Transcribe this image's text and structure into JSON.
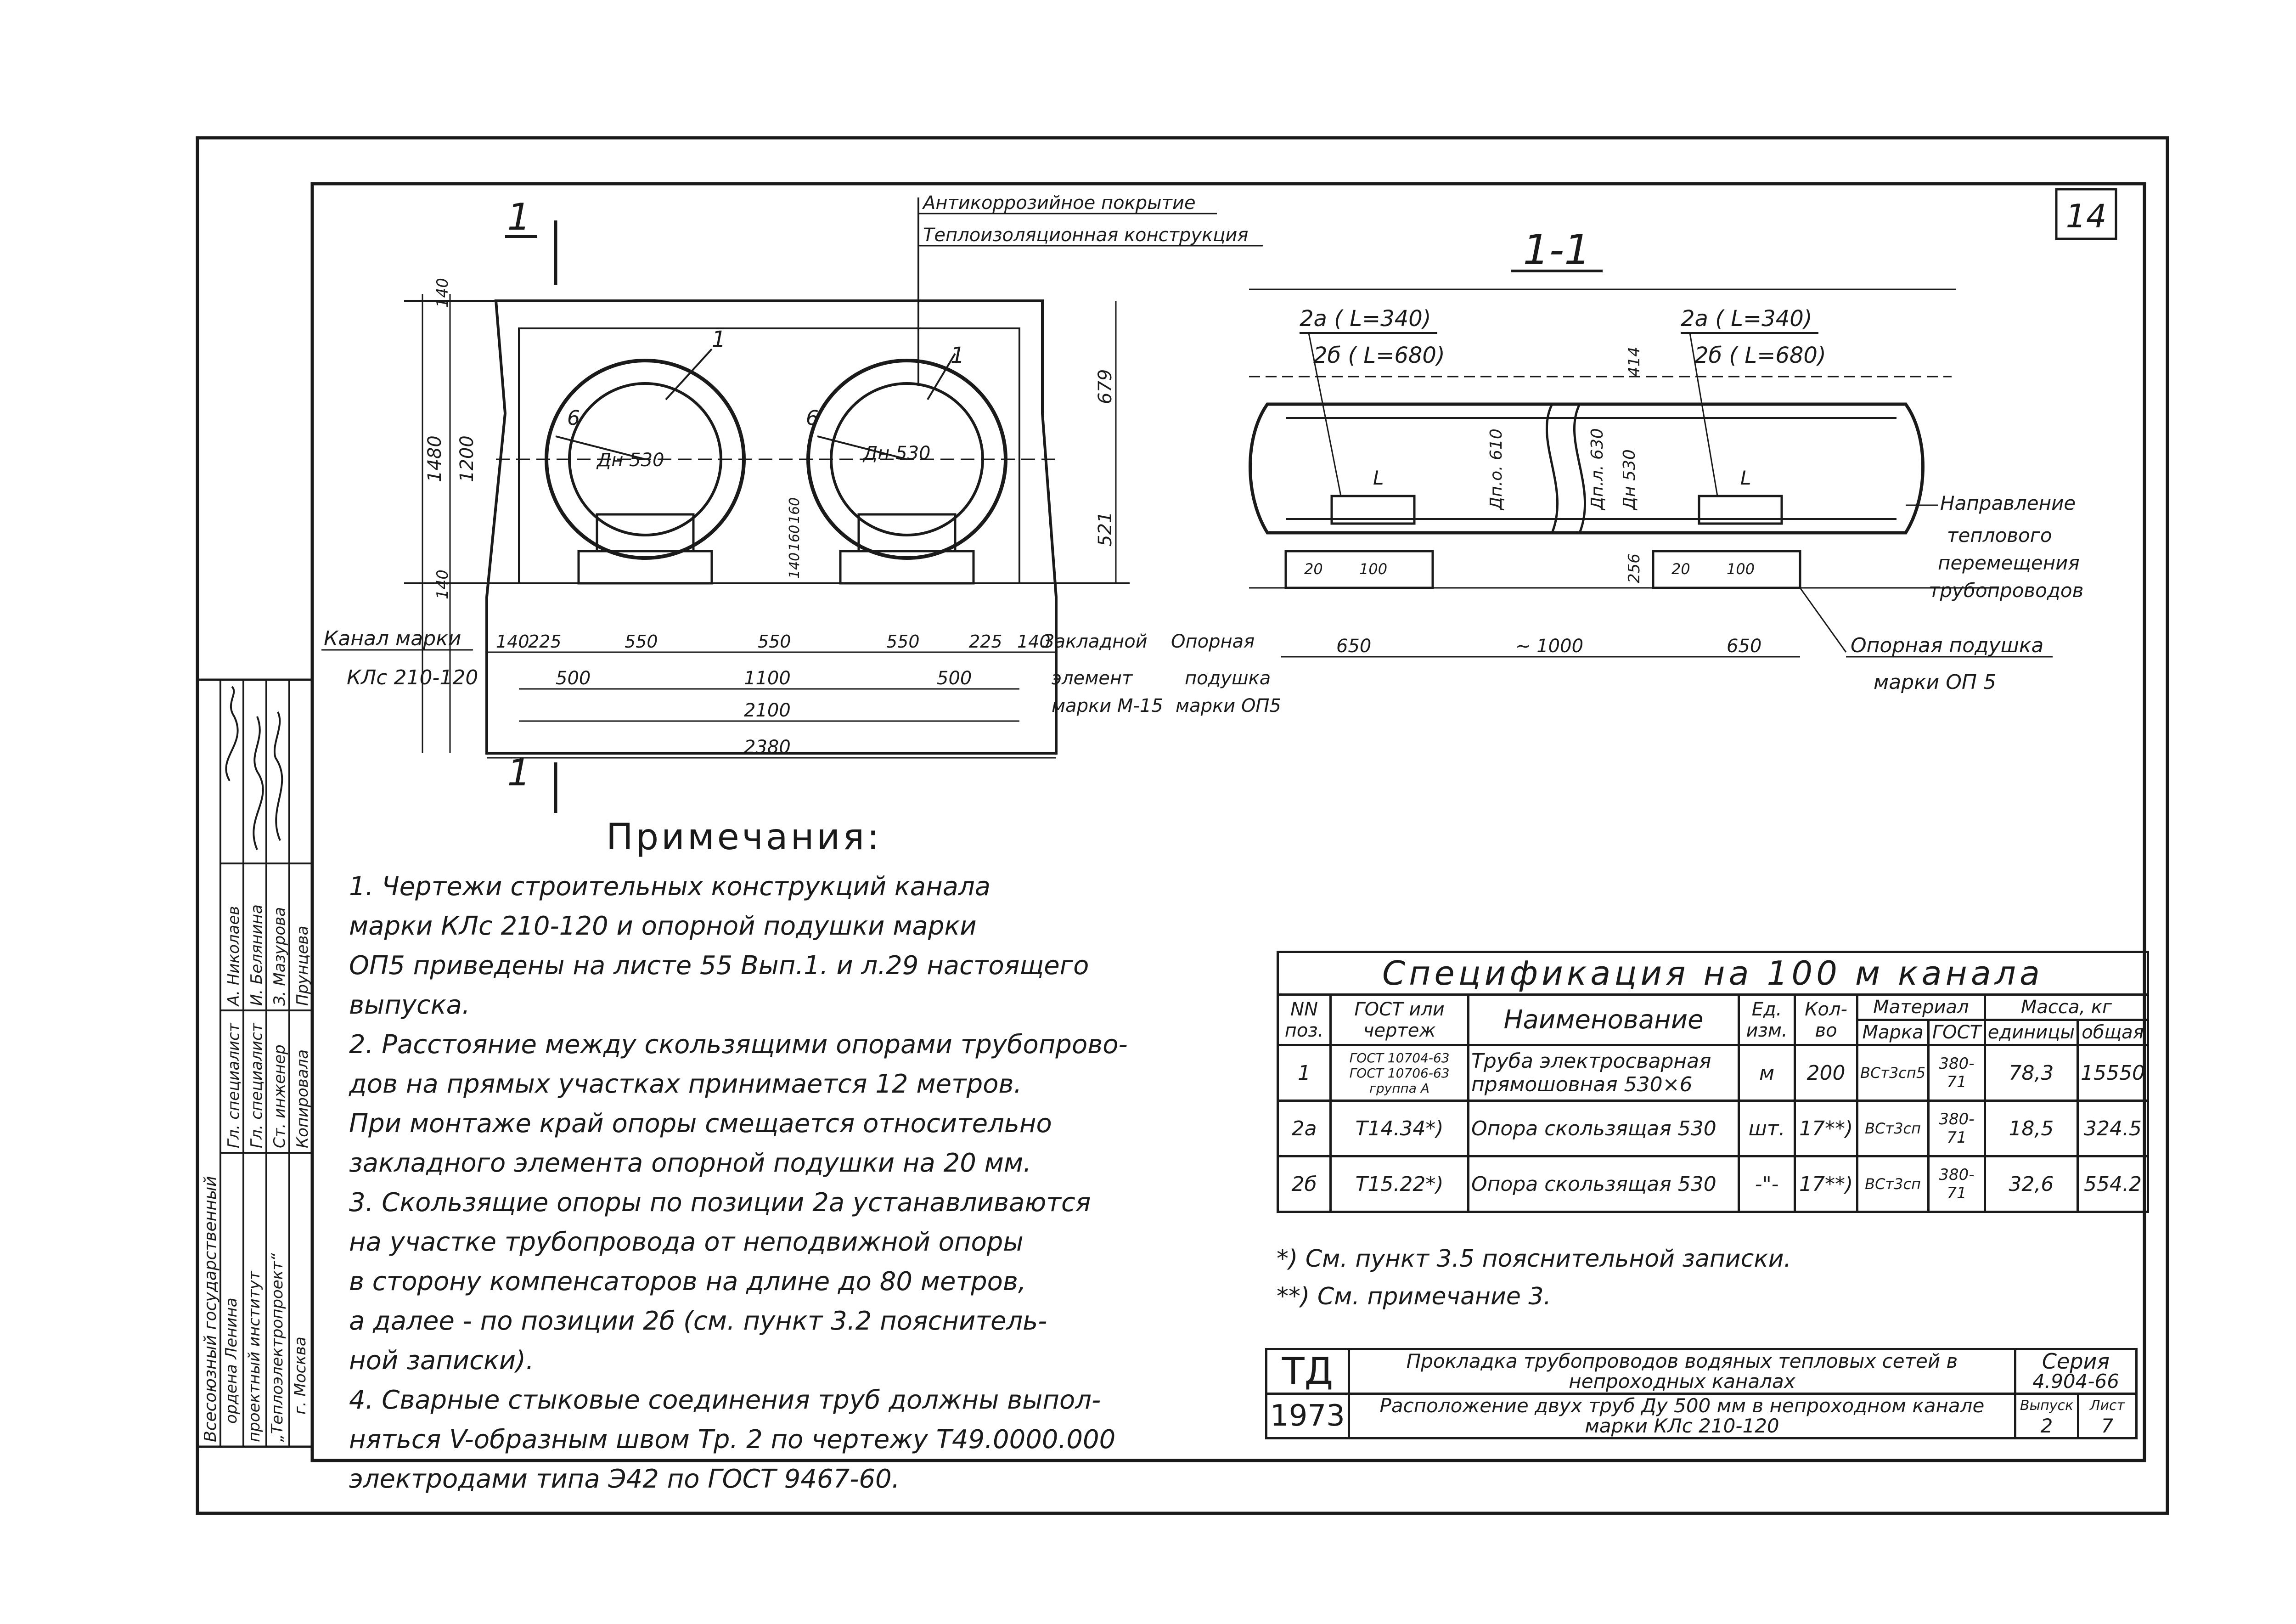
{
  "sheet_number": "14",
  "section_marks": {
    "cut": "1",
    "section_title": "1-1"
  },
  "cross_section": {
    "layer_labels": [
      "Антикоррозийное покрытие",
      "Теплоизоляционная конструкция"
    ],
    "pipe_left": {
      "pos": "1",
      "thickness": "6",
      "diameter": "Дн 530"
    },
    "pipe_right": {
      "pos": "1",
      "thickness": "6",
      "diameter": "Дн 530"
    },
    "dims_horizontal_top": [
      "140",
      "225",
      "550",
      "550",
      "550",
      "225",
      "140"
    ],
    "dims_horizontal_mid": [
      "500",
      "1100",
      "500"
    ],
    "dims_horizontal_low": "2100",
    "dims_horizontal_bottom": "2380",
    "dims_vertical_left": [
      "140",
      "1200",
      "140"
    ],
    "dims_vertical_left_total": "1480",
    "dims_vertical_right": [
      "679",
      "521"
    ],
    "dims_vertical_support": [
      "140",
      "160",
      "160"
    ],
    "channel_label": "Канал марки",
    "channel_mark": "КЛс 210-120",
    "embedded_label": [
      "Закладной",
      "элемент",
      "марки М-15"
    ],
    "cushion_label": [
      "Опорная",
      "подушка",
      "марки ОП5"
    ]
  },
  "long_section": {
    "left_callout": [
      "2а ( L=340)",
      "2б ( L=680)"
    ],
    "right_callout": [
      "2а ( L=340)",
      "2б ( L=680)"
    ],
    "pipe_dims": [
      "Дп.о. 610",
      "Дп.л. 630",
      "Дн 530"
    ],
    "vertical_dims": [
      "414",
      "256"
    ],
    "support_dims": [
      "20",
      "100"
    ],
    "l_mark": "L",
    "horizontal_dims": [
      "650",
      "~ 1000",
      "650"
    ],
    "direction_label": [
      "Направление",
      "теплового",
      "перемещения",
      "трубопроводов"
    ],
    "cushion_label": [
      "Опорная подушка",
      "марки ОП 5"
    ]
  },
  "sidebar": {
    "org": [
      "Всесоюзный государственный",
      "ордена Ленина",
      "проектный институт",
      "„Теплоэлектропроект“",
      "г. Москва"
    ],
    "roles": [
      "Гл. специалист",
      "Гл. специалист",
      "Ст. инженер",
      "Копировала"
    ],
    "names": [
      "А. Николаев",
      "И. Белянина",
      "З. Мазурова",
      "Прунцева"
    ]
  },
  "notes": {
    "title": "Примечания:",
    "items": [
      "1. Чертежи строительных конструкций канала\nмарки КЛс 210-120 и опорной подушки марки\nОП5 приведены на листе 55 Вып.1. и л.29 настоящего\nвыпуска.",
      "2. Расстояние между скользящими опорами трубопрово-\nдов на прямых участках принимается 12 метров.\nПри монтаже край опоры смещается относительно\nзакладного элемента опорной подушки на 20 мм.",
      "3. Скользящие опоры по позиции 2а устанавливаются\nна участке трубопровода от неподвижной опоры\nв сторону компенсаторов на длине до 80 метров,\nа далее - по позиции 2б (см. пункт 3.2 пояснитель-\nной записки).",
      "4. Сварные стыковые соединения труб должны выпол-\nняться V-образным швом Тр. 2 по чертежу Т49.0000.000\nэлектродами типа Э42 по ГОСТ 9467-60."
    ]
  },
  "spec": {
    "title": "Спецификация на 100 м канала",
    "headers": {
      "pos": "NN поз.",
      "gost": "ГОСТ или чертеж",
      "name": "Наименование",
      "unit": "Ед. изм.",
      "qty": "Кол-во",
      "material": "Материал",
      "mark": "Марка",
      "gost_mat": "ГОСТ",
      "mass": "Масса, кг",
      "unit_mass": "единицы",
      "total": "общая"
    },
    "rows": [
      {
        "pos": "1",
        "gost": "ГОСТ 10704-63 ГОСТ 10706-63 группа А",
        "name": "Труба электросварная прямошовная 530×6",
        "unit": "м",
        "qty": "200",
        "mark": "ВСт3сп5",
        "gost_mat": "380-71",
        "unit_mass": "78,3",
        "total": "15550"
      },
      {
        "pos": "2а",
        "gost": "Т14.34*)",
        "name": "Опора скользящая 530",
        "unit": "шт.",
        "qty": "17**)",
        "mark": "ВСт3сп",
        "gost_mat": "380-71",
        "unit_mass": "18,5",
        "total": "324.5"
      },
      {
        "pos": "2б",
        "gost": "Т15.22*)",
        "name": "Опора скользящая 530",
        "unit": "-\"-",
        "qty": "17**)",
        "mark": "ВСт3сп",
        "gost_mat": "380-71",
        "unit_mass": "32,6",
        "total": "554.2"
      }
    ]
  },
  "footnotes": [
    "*) См. пункт 3.5 пояснительной записки.",
    "**) См. примечание 3."
  ],
  "title_block": {
    "code": "ТД",
    "year": "1973",
    "title_1": "Прокладка трубопроводов водяных тепловых сетей в непроходных каналах",
    "title_2": "Расположение двух труб Ду 500 мм в непроходном канале марки КЛс 210-120",
    "series_label": "Серия",
    "series": "4.904-66",
    "issue_label": "Выпуск",
    "issue": "2",
    "sheet_label": "Лист",
    "sheet": "7"
  }
}
